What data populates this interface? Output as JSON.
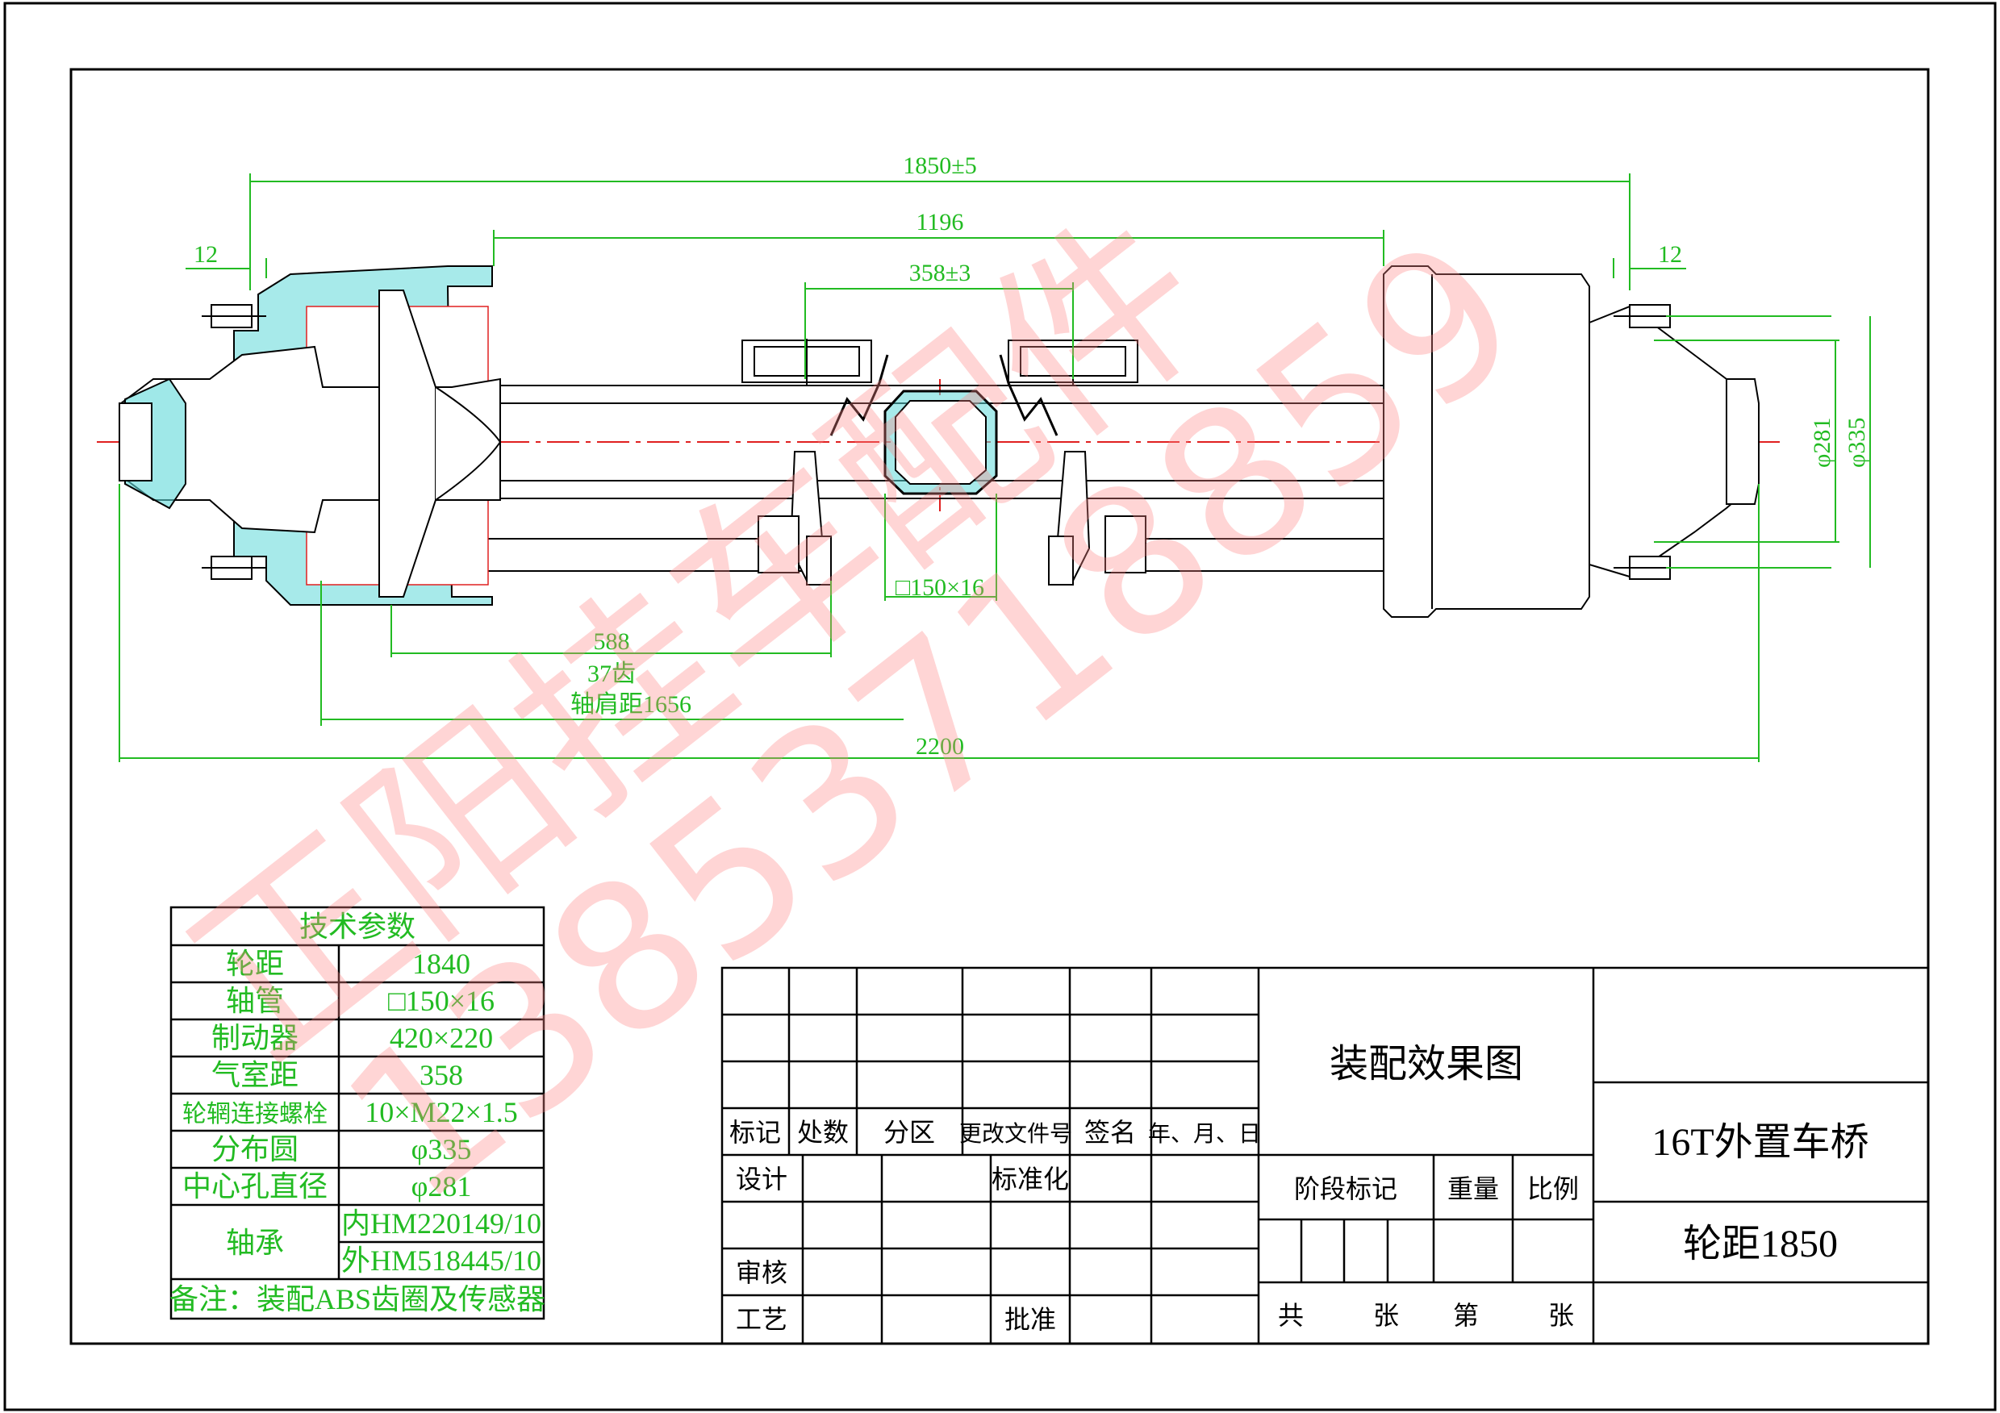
{
  "colors": {
    "outline": "#000000",
    "dimension": "#22bb22",
    "centerline": "#e02020",
    "section": "#5fd8d8",
    "watermark": "#ff8888"
  },
  "dimensions": {
    "overall_width": "1850±5",
    "flange_span": "1196",
    "chamber_spacing": "358±3",
    "left_offset": "12",
    "right_offset": "12",
    "hole_dia": "φ281",
    "bolt_circle": "φ335",
    "tube_section": "□150×16",
    "camshaft_len": "588",
    "spline_teeth": "37齿",
    "shoulder_dist": "轴肩距1656",
    "total_length": "2200"
  },
  "spec_table": {
    "title": "技术参数",
    "rows": [
      {
        "label": "轮距",
        "value": "1840"
      },
      {
        "label": "轴管",
        "value": "□150×16"
      },
      {
        "label": "制动器",
        "value": "420×220"
      },
      {
        "label": "气室距",
        "value": "358"
      },
      {
        "label": "轮辋连接螺栓",
        "value": "10×M22×1.5"
      },
      {
        "label": "分布圆",
        "value": "φ335"
      },
      {
        "label": "中心孔直径",
        "value": "φ281"
      }
    ],
    "bearing_label": "轴承",
    "bearing_inner": "内HM220149/10",
    "bearing_outer": "外HM518445/10",
    "note": "备注：装配ABS齿圈及传感器"
  },
  "title_block": {
    "rev_headers": [
      "标记",
      "处数",
      "分区",
      "更改文件号",
      "签名",
      "年、月、日"
    ],
    "design": "设计",
    "standardize": "标准化",
    "review": "审核",
    "process": "工艺",
    "approve": "批准",
    "drawing_title": "装配效果图",
    "stage_mark": "阶段标记",
    "weight": "重量",
    "scale": "比例",
    "total": "共",
    "sheet": "张",
    "number": "第",
    "sheet2": "张",
    "product_name": "16T外置车桥",
    "track": "轮距1850"
  },
  "watermark": {
    "company": "正阳挂车配件",
    "phone": "13853718859"
  }
}
